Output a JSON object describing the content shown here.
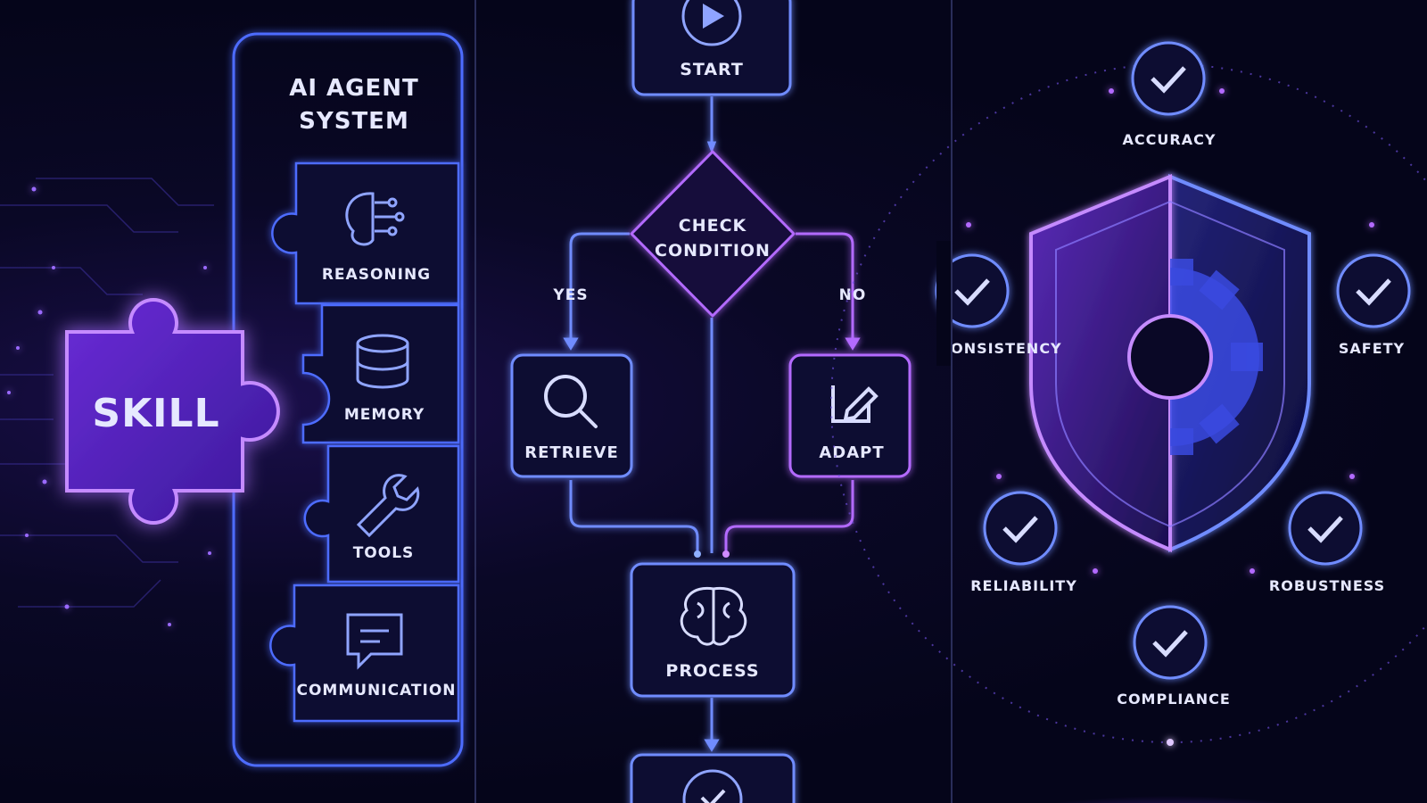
{
  "left_panel": {
    "title_line1": "AI AGENT",
    "title_line2": "SYSTEM",
    "skill_label": "SKILL",
    "modules": [
      {
        "label": "REASONING",
        "icon": "brain-circuit-icon"
      },
      {
        "label": "MEMORY",
        "icon": "database-icon"
      },
      {
        "label": "TOOLS",
        "icon": "wrench-icon"
      },
      {
        "label": "COMMUNICATION",
        "icon": "chat-bubble-icon"
      }
    ]
  },
  "flowchart": {
    "start": "START",
    "decision_line1": "CHECK",
    "decision_line2": "CONDITION",
    "yes": "YES",
    "no": "NO",
    "retrieve": "RETRIEVE",
    "adapt": "ADAPT",
    "process": "PROCESS",
    "end_icon": "check-icon"
  },
  "quality_panel": {
    "center_icon": "shield-gear-icon",
    "checks": [
      {
        "label": "ACCURACY"
      },
      {
        "label": "SAFETY"
      },
      {
        "label": "ROBUSTNESS"
      },
      {
        "label": "COMPLIANCE"
      },
      {
        "label": "RELIABILITY"
      },
      {
        "label": "CONSISTENCY"
      }
    ]
  },
  "colors": {
    "accent_violet": "#9b4dff",
    "accent_blue": "#5c7cff",
    "text": "#e6e8ff",
    "background": "#05051a"
  }
}
